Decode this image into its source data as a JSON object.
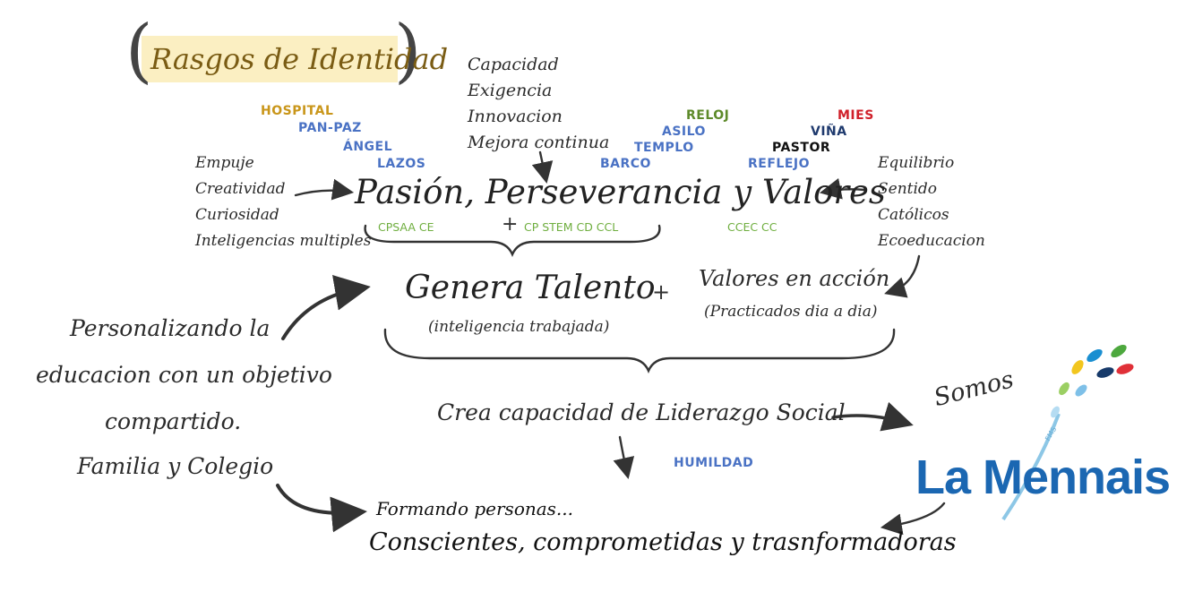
{
  "title": "Rasgos de Identidad",
  "top_list": [
    "Capacidad",
    "Exigencia",
    "Innovacion",
    "Mejora continua"
  ],
  "left_list": [
    "Empuje",
    "Creatividad",
    "Curiosidad",
    "Inteligencias multiples"
  ],
  "right_list": [
    "Equilibrio",
    "Sentido",
    "Católicos",
    "Ecoeducacion"
  ],
  "tags": {
    "hospital": "HOSPITAL",
    "pan_paz": "PAN-PAZ",
    "angel": "ÁNGEL",
    "lazos": "LAZOS",
    "reloj": "RELOJ",
    "asilo": "ASILO",
    "templo": "TEMPLO",
    "barco": "BARCO",
    "mies": "MIES",
    "vina": "VIÑA",
    "pastor": "PASTOR",
    "reflejo": "REFLEJO",
    "humildad": "HUMILDAD"
  },
  "colors": {
    "gold": "#c9961a",
    "blue": "#4a72c4",
    "green": "#5d8a2a",
    "red": "#d0202a",
    "navy": "#1f3a6e",
    "black": "#111111",
    "competence": "#6fae3f",
    "brand_blue": "#1b67b2"
  },
  "main_line": "Pasión, Perseverancia y Valores",
  "competences": {
    "left": "CPSAA CE",
    "plus": "+",
    "middle": "CP STEM CD CCL",
    "right": "CCEC CC"
  },
  "talent": {
    "main": "Genera Talento",
    "sub": "(inteligencia trabajada)",
    "plus": "+",
    "values_main": "Valores en acción",
    "values_sub": "(Practicados dia a dia)"
  },
  "leadership": "Crea capacidad de Liderazgo Social",
  "personal": [
    "Personalizando la",
    "educacion con un objetivo",
    "compartido.",
    "Familia y Colegio"
  ],
  "forming": "Formando personas...",
  "conclusion": "Conscientes, comprometidas y trasnformadoras",
  "somos": "Somos",
  "logo": {
    "name": "La Mennais",
    "mark": "FMS"
  }
}
